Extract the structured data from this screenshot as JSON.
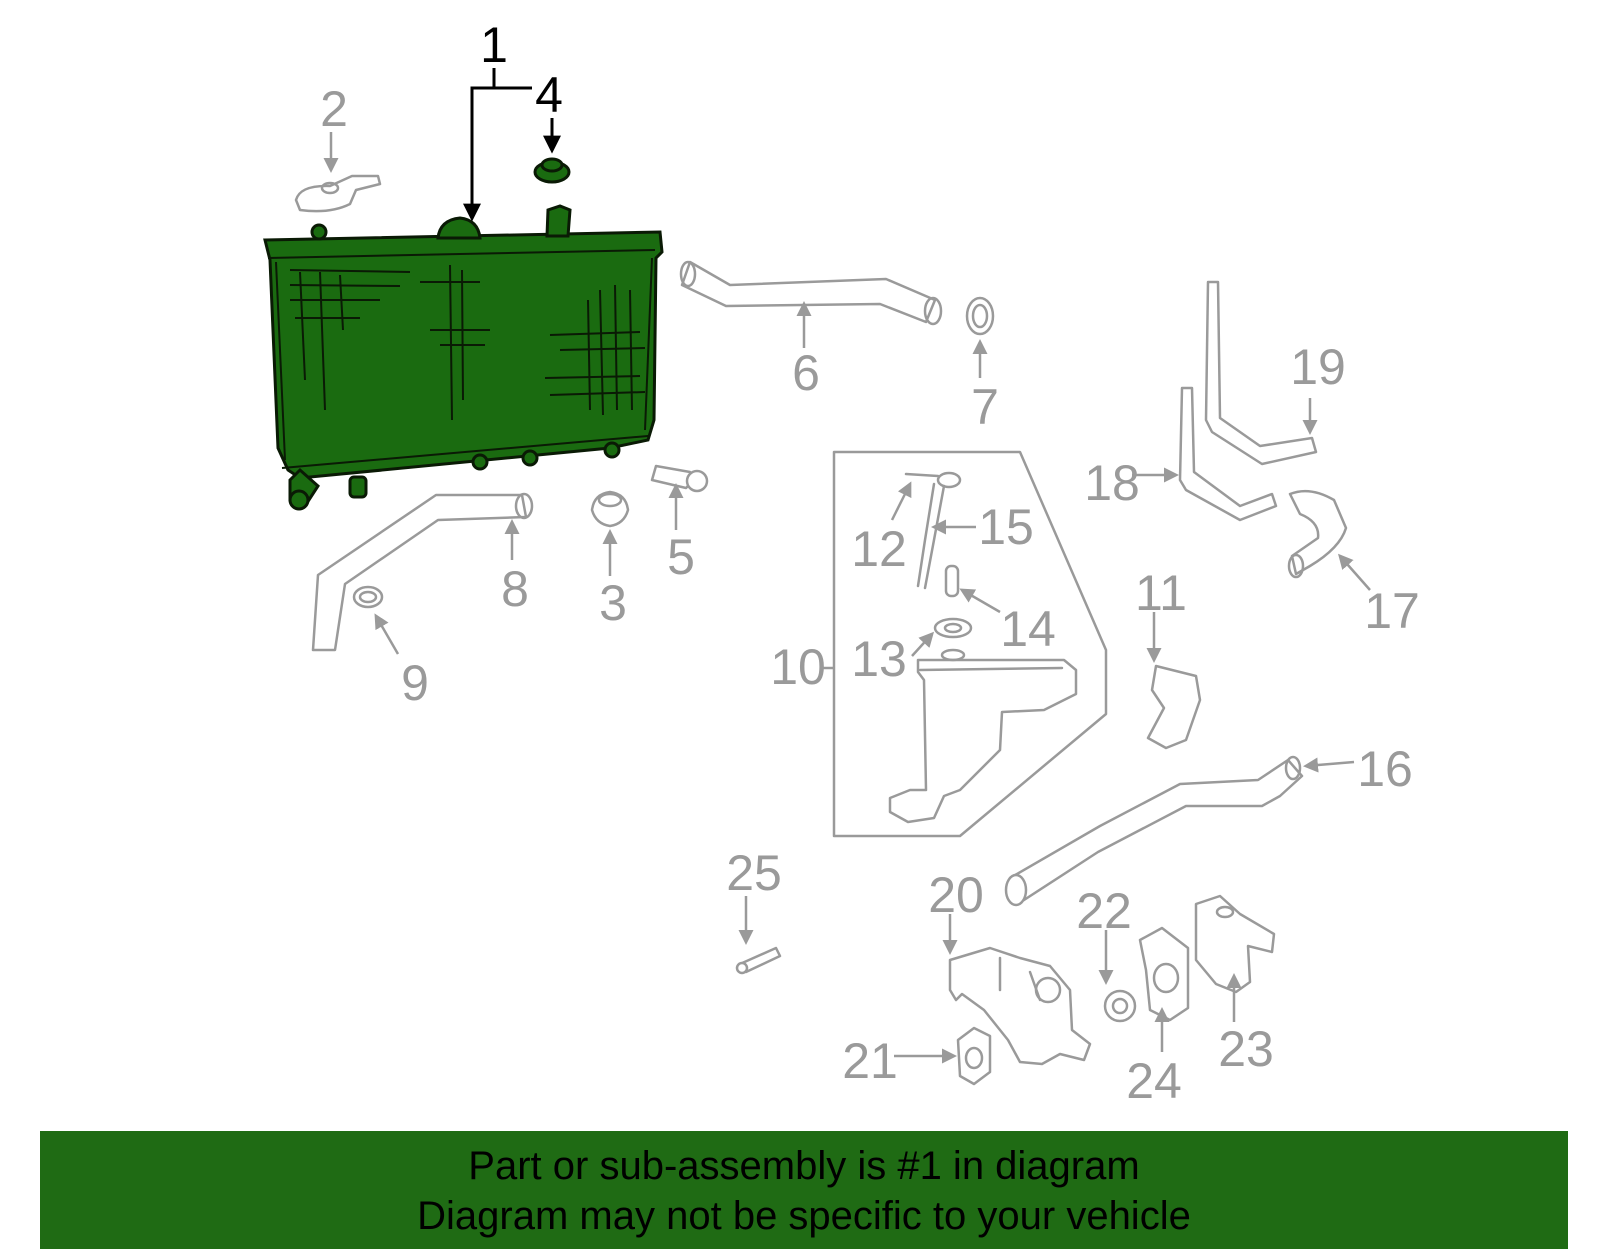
{
  "callouts": {
    "c1": "1",
    "c2": "2",
    "c3": "3",
    "c4": "4",
    "c5": "5",
    "c6": "6",
    "c7": "7",
    "c8": "8",
    "c9": "9",
    "c10": "10",
    "c11": "11",
    "c12": "12",
    "c13": "13",
    "c14": "14",
    "c15": "15",
    "c16": "16",
    "c17": "17",
    "c18": "18",
    "c19": "19",
    "c20": "20",
    "c21": "21",
    "c22": "22",
    "c23": "23",
    "c24": "24",
    "c25": "25"
  },
  "highlight": {
    "color": "#1f6b14",
    "parts": [
      "1",
      "4"
    ]
  },
  "banner": {
    "line1": "Part or sub-assembly is #1 in diagram",
    "line2": "Diagram may not be specific to your vehicle"
  }
}
